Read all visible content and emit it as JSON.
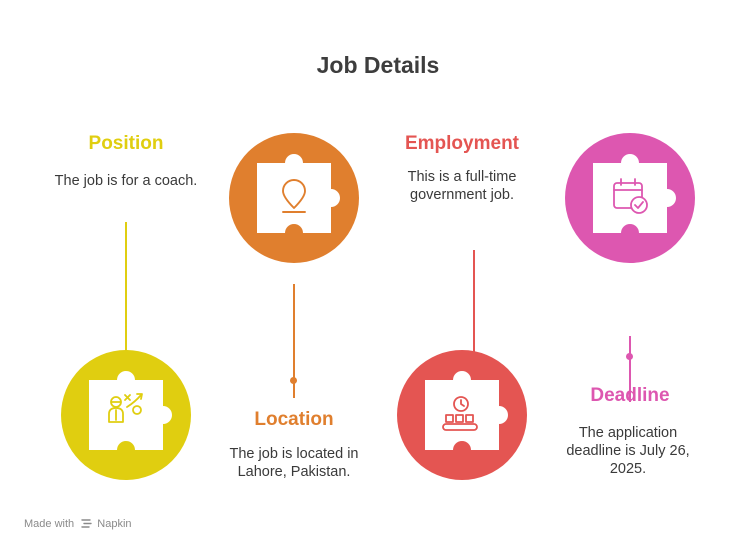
{
  "title": "Job Details",
  "items": [
    {
      "heading": "Position",
      "text": "The job is for a coach.",
      "color": "#E0CE10",
      "icon": "coach-strategy-icon"
    },
    {
      "heading": "Location",
      "text": "The job is located in Lahore, Pakistan.",
      "color": "#E07F2E",
      "icon": "map-pin-icon"
    },
    {
      "heading": "Employment",
      "text": "This is a full-time government job.",
      "color": "#E45552",
      "icon": "conveyor-clock-icon"
    },
    {
      "heading": "Deadline",
      "text": "The application deadline is July 26, 2025.",
      "color": "#DD57B0",
      "icon": "calendar-check-icon"
    }
  ],
  "footer": {
    "made_with": "Made with",
    "brand": "Napkin"
  }
}
